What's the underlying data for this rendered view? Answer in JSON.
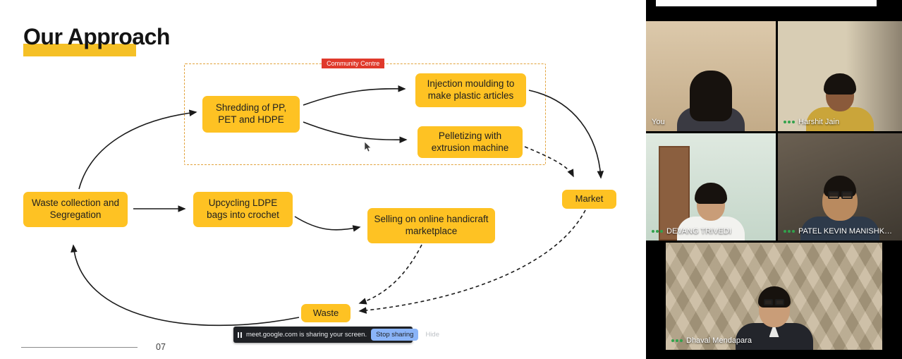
{
  "slide": {
    "title": "Our Approach",
    "page_number": "07",
    "community_centre_label": "Community Centre",
    "boxes": {
      "waste_collection": "Waste collection and Segregation",
      "shredding": "Shredding of PP, PET and HDPE",
      "injection": "Injection moulding to make plastic articles",
      "pelletizing": "Pelletizing with extrusion machine",
      "upcycling": "Upcycling LDPE bags into crochet",
      "selling": "Selling on online handicraft marketplace",
      "market": "Market",
      "waste": "Waste"
    },
    "colors": {
      "box_bg": "#FEC223",
      "community_label_bg": "#E0392B",
      "dashed_border": "#E2A33C",
      "title_highlight": "#F5C026"
    }
  },
  "share_bar": {
    "message": "meet.google.com is sharing your screen.",
    "stop_button": "Stop sharing",
    "hide_button": "Hide"
  },
  "participants": [
    {
      "name": "You"
    },
    {
      "name": "Harshit Jain"
    },
    {
      "name": "DEVANG TRIVEDI"
    },
    {
      "name": "PATEL KEVIN MANISHK…"
    },
    {
      "name": "Dhaval Mendapara"
    }
  ]
}
